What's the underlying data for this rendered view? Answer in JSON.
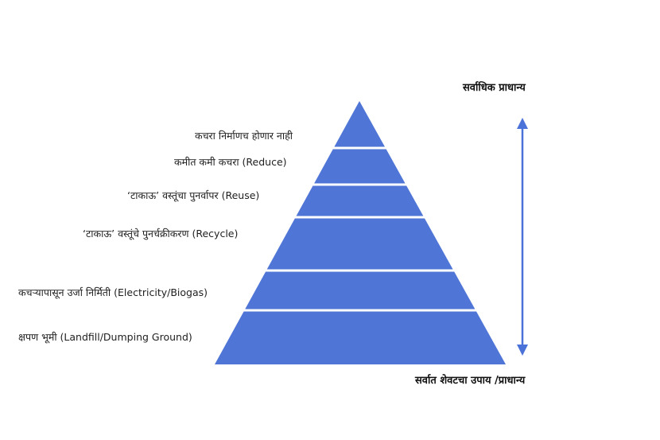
{
  "levels": [
    {
      "label": "कचरा निर्माणच होणार नाही"
    },
    {
      "label": "कमीत कमी कचरा (Reduce)"
    },
    {
      "label": "‘टाकाऊ’ वस्तूंचा पुनर्वापर (Reuse)"
    },
    {
      "label": "‘टाकाऊ’ वस्तूंचे पुनर्चक्रीकरण (Recycle)"
    },
    {
      "label": "कचऱ्यापासून उर्जा निर्मिती (Electricity/Biogas)"
    },
    {
      "label": "क्षपण भूमी (Landfill/Dumping Ground)"
    }
  ],
  "axis": {
    "top_label": "सर्वाधिक प्राधान्य",
    "bottom_label": "सर्वात शेवटचा उपाय /प्राधान्य"
  },
  "colors": {
    "pyramid": "#4f76d6",
    "arrow": "#4a72d8",
    "separator": "#ffffff"
  }
}
